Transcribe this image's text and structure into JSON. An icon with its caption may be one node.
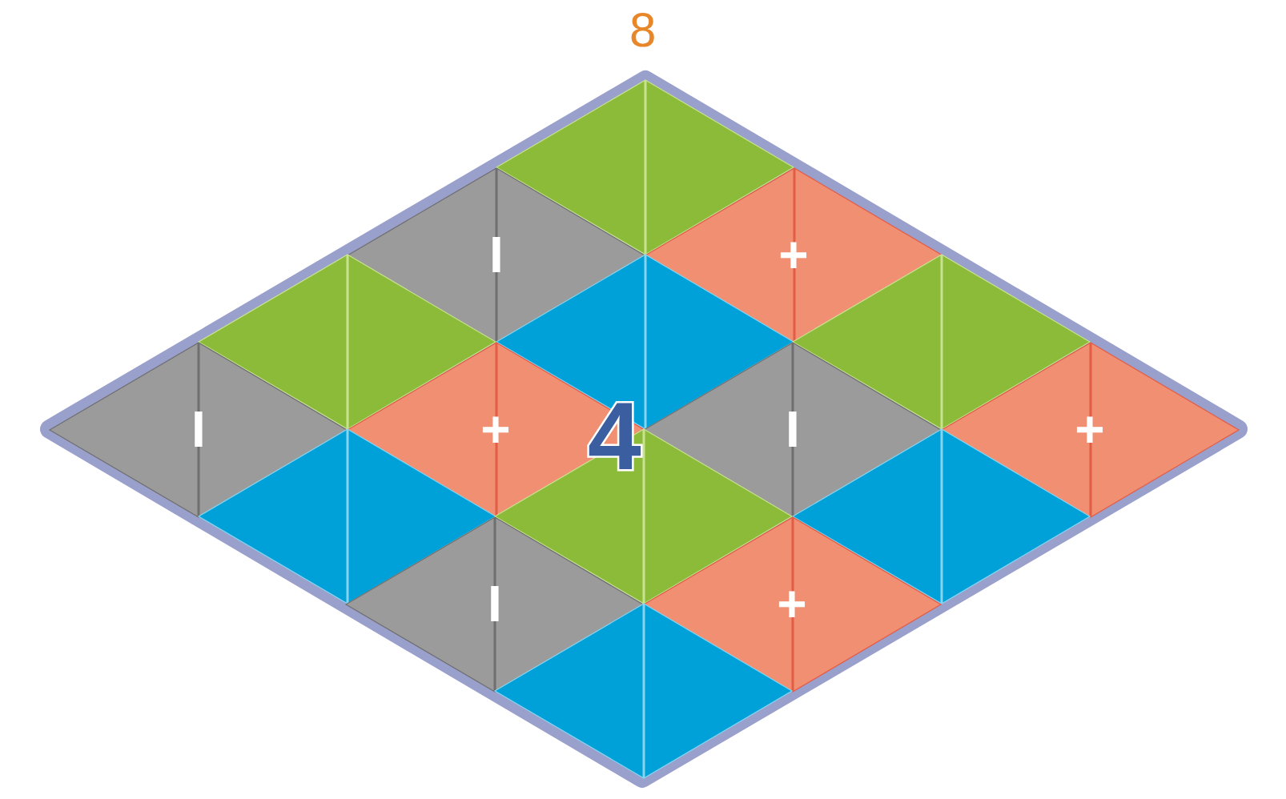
{
  "diagram": {
    "nodes": [
      {
        "text": [],
        "shape": "diamond"
      },
      {
        "text": [],
        "shape": "diamond",
        "in": 0
      },
      {
        "text": [
          "I"
        ],
        "in": 0
      },
      {
        "text": [
          "+"
        ],
        "in": 0
      },
      {
        "text": [],
        "shape": "diamond",
        "in": 0
      },
      {
        "text": [],
        "shape": "diamond",
        "in": 0
      },
      {
        "text": [],
        "shape": "diamond",
        "in": 0
      },
      {
        "text": [
          "I"
        ],
        "in": 0
      },
      {
        "text": [
          "+"
        ],
        "in": 0
      },
      {
        "text": [
          "I"
        ],
        "in": 0
      },
      {
        "text": [
          "+"
        ],
        "in": 0
      },
      {
        "text": [],
        "shape": "diamond",
        "in": 0
      },
      {
        "text": [],
        "shape": "diamond",
        "in": 0
      },
      {
        "text": [],
        "shape": "diamond",
        "in": 0
      },
      {
        "text": [
          "I"
        ],
        "in": 0
      },
      {
        "text": [
          "+"
        ],
        "in": 0
      },
      {
        "text": [],
        "shape": "diamond",
        "in": 0
      }
    ],
    "labels": [
      "8",
      "4"
    ]
  }
}
